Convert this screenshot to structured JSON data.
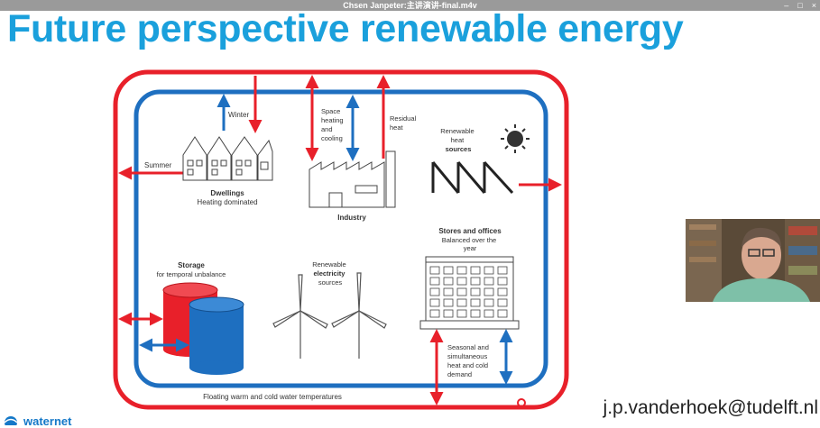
{
  "video": {
    "title": "Chsen Janpeter:主讲演讲-final.m4v"
  },
  "window_controls": [
    "–",
    "□",
    "×"
  ],
  "slide": {
    "title": "Future perspective renewable energy",
    "email": "j.p.vanderhoek@tudelft.nl",
    "logo": "waternet",
    "diagram": {
      "winter": "Winter",
      "summer": "Summer",
      "dwellings_title": "Dwellings",
      "dwellings_sub": "Heating dominated",
      "space_heating": [
        "Space",
        "heating",
        "and",
        "cooling"
      ],
      "residual": [
        "Residual",
        "heat"
      ],
      "industry": "Industry",
      "renewable_heat": [
        "Renewable",
        "heat"
      ],
      "renewable_heat_bold": "sources",
      "stores_title": "Stores and offices",
      "stores_sub": [
        "Balanced over the",
        "year"
      ],
      "storage_title": "Storage",
      "storage_sub": "for temporal unbalance",
      "renew_elec_1": "Renewable",
      "renew_elec_bold": "electricity",
      "renew_elec_2": "sources",
      "seasonal": [
        "Seasonal and",
        "simultaneous",
        "heat and cold",
        "demand"
      ],
      "floating": "Floating warm and cold water temperatures"
    }
  },
  "colors": {
    "red": "#e8202a",
    "blue": "#1e6fc0",
    "title_blue": "#1aa0dc"
  }
}
